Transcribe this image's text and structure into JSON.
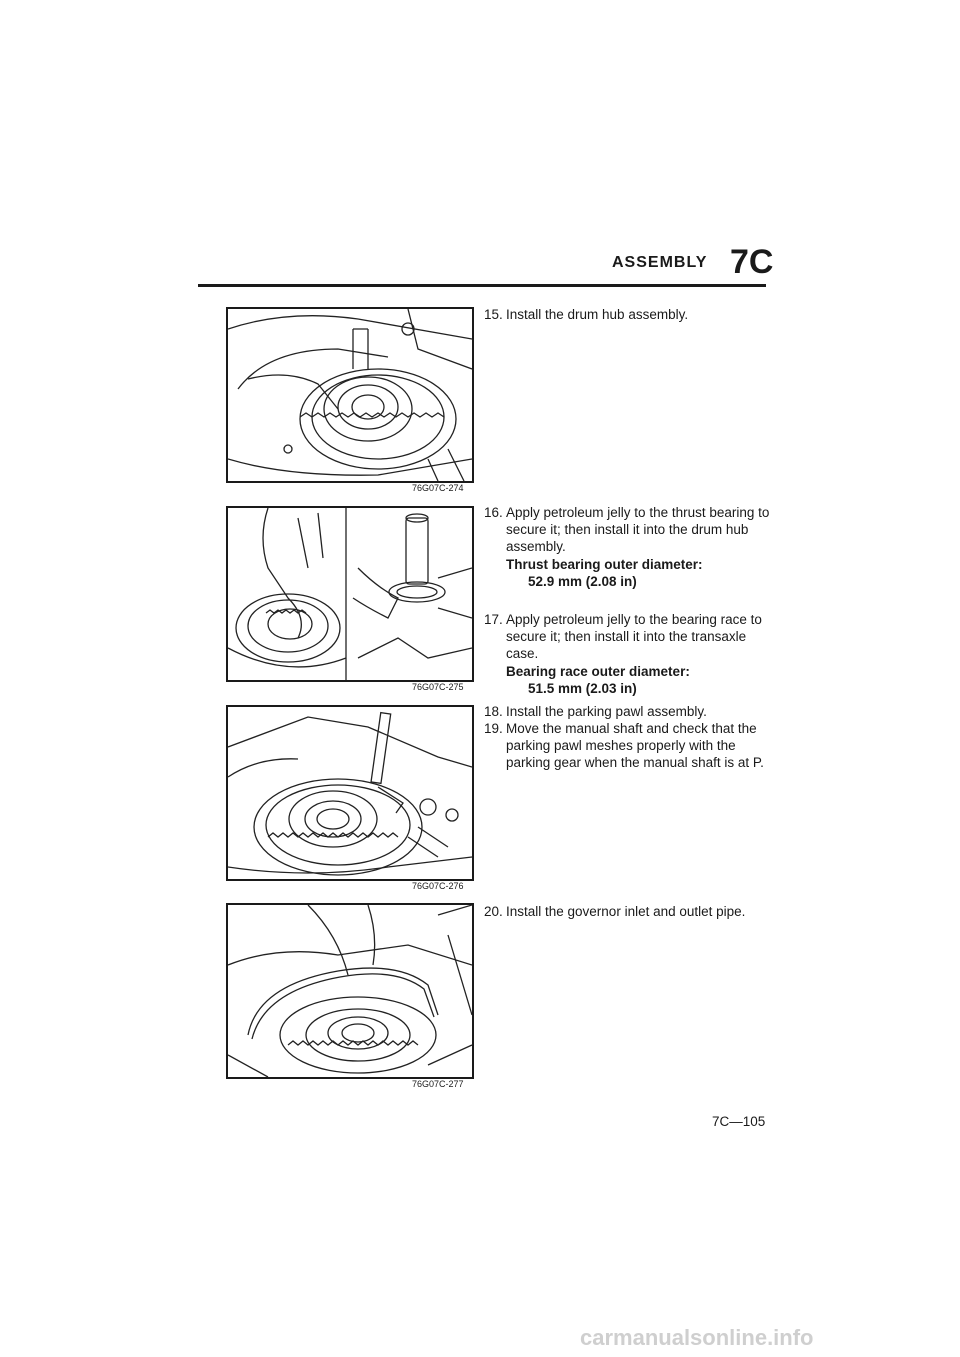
{
  "header": {
    "title": "ASSEMBLY",
    "code": "7C"
  },
  "figures": [
    {
      "label": "76G07C-274"
    },
    {
      "label": "76G07C-275"
    },
    {
      "label": "76G07C-276"
    },
    {
      "label": "76G07C-277"
    }
  ],
  "steps": [
    {
      "num": "15.",
      "text": "Install the drum hub assembly."
    },
    {
      "num": "16.",
      "text": "Apply petroleum jelly to the thrust bearing to secure it; then install it into the drum hub assembly."
    },
    {
      "num": "17.",
      "text": "Apply petroleum jelly to the bearing race to secure it; then install it into the transaxle case."
    },
    {
      "num": "18.",
      "text": "Install the parking pawl assembly."
    },
    {
      "num": "19.",
      "text": "Move the manual shaft and check that the parking pawl meshes properly with the parking gear when the manual shaft is at P."
    },
    {
      "num": "20.",
      "text": "Install the governor inlet and outlet pipe."
    }
  ],
  "specs": [
    {
      "label": "Thrust bearing outer diameter:",
      "value": "52.9 mm (2.08 in)"
    },
    {
      "label": "Bearing race outer diameter:",
      "value": "51.5 mm (2.03 in)"
    }
  ],
  "page_number": "7C—105",
  "watermark": "carmanualsonline.info"
}
